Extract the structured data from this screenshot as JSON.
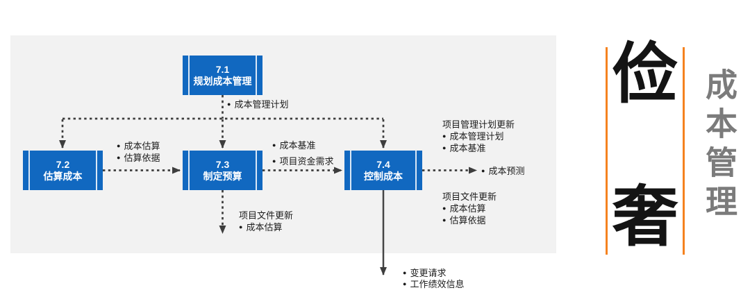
{
  "colors": {
    "box_blue": "#1168c0",
    "panel_gray": "#f2f2f2",
    "connector_dark": "#3d3d3d",
    "accent_orange": "#f5821f",
    "side_title_gray": "#7b7b7b"
  },
  "boxes": [
    {
      "number": "7.1",
      "label": "规划成本管理"
    },
    {
      "number": "7.2",
      "label": "估算成本"
    },
    {
      "number": "7.3",
      "label": "制定预算"
    },
    {
      "number": "7.4",
      "label": "控制成本"
    }
  ],
  "labels": {
    "cost_mgmt_plan": {
      "items": [
        "成本管理计划"
      ]
    },
    "estimate_outputs": {
      "items": [
        "成本估算",
        "估算依据"
      ]
    },
    "budget_outputs": {
      "items": [
        "成本基准",
        "项目资金需求"
      ]
    },
    "pm_plan_updates": {
      "header": "项目管理计划更新",
      "items": [
        "成本管理计划",
        "成本基准"
      ]
    },
    "cost_forecast": {
      "items": [
        "成本预测"
      ]
    },
    "doc_updates_right": {
      "header": "项目文件更新",
      "items": [
        "成本估算",
        "估算依据"
      ]
    },
    "doc_updates_bottom": {
      "header": "项目文件更新",
      "items": [
        "成本估算"
      ]
    },
    "control_outputs": {
      "items": [
        "变更请求",
        "工作绩效信息"
      ]
    }
  },
  "side": {
    "big_chars": [
      "俭",
      "奢"
    ],
    "vertical_title": "成本管理"
  }
}
